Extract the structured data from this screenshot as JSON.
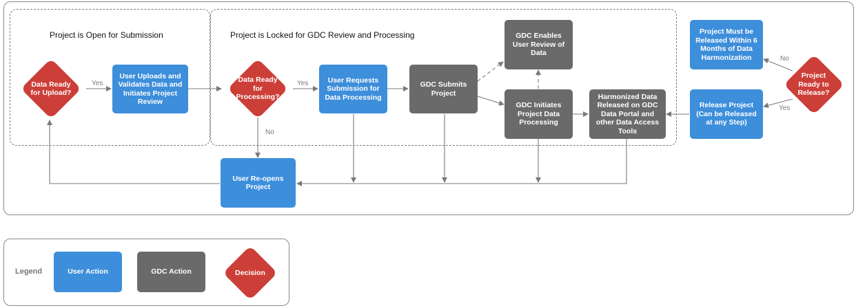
{
  "zones": {
    "open_title": "Project is Open for Submission",
    "locked_title": "Project is Locked for GDC Review and Processing"
  },
  "nodes": {
    "data_ready_upload": "Data Ready for Upload?",
    "user_uploads": "User Uploads and Validates Data and Initiates Project Review",
    "data_ready_processing": "Data Ready for Processing?",
    "user_requests": "User Requests Submission for Data Processing",
    "gdc_submits": "GDC Submits Project",
    "gdc_enables_review": "GDC Enables User Review of Data",
    "gdc_initiates": "GDC Initiates Project Data Processing",
    "harmonized_released": "Harmonized Data Released on GDC Data Portal and other Data Access Tools",
    "must_release": "Project Must be Released Within 6 Months of Data Harmonization",
    "release_project": "Release Project (Can be Released at any Step)",
    "ready_to_release": "Project Ready to Release?",
    "user_reopens": "User Re-opens Project"
  },
  "edge_labels": {
    "yes_upload": "Yes",
    "yes_processing": "Yes",
    "no_processing": "No",
    "no_release": "No",
    "yes_release": "Yes"
  },
  "legend": {
    "title": "Legend",
    "user_action": "User Action",
    "gdc_action": "GDC Action",
    "decision": "Decision"
  },
  "colors": {
    "user_action": "#3d8edb",
    "gdc_action": "#6a6a6a",
    "decision": "#cc3f38",
    "connector": "#7a7a7a"
  }
}
